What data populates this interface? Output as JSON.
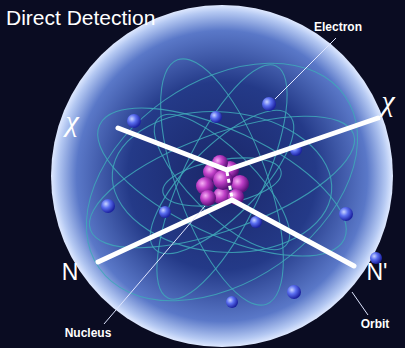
{
  "diagram": {
    "title": "Direct Detection",
    "labels": [
      "Electron",
      "χ",
      "χ",
      "N",
      "N'",
      "Orbit",
      "Nucleus"
    ]
  }
}
